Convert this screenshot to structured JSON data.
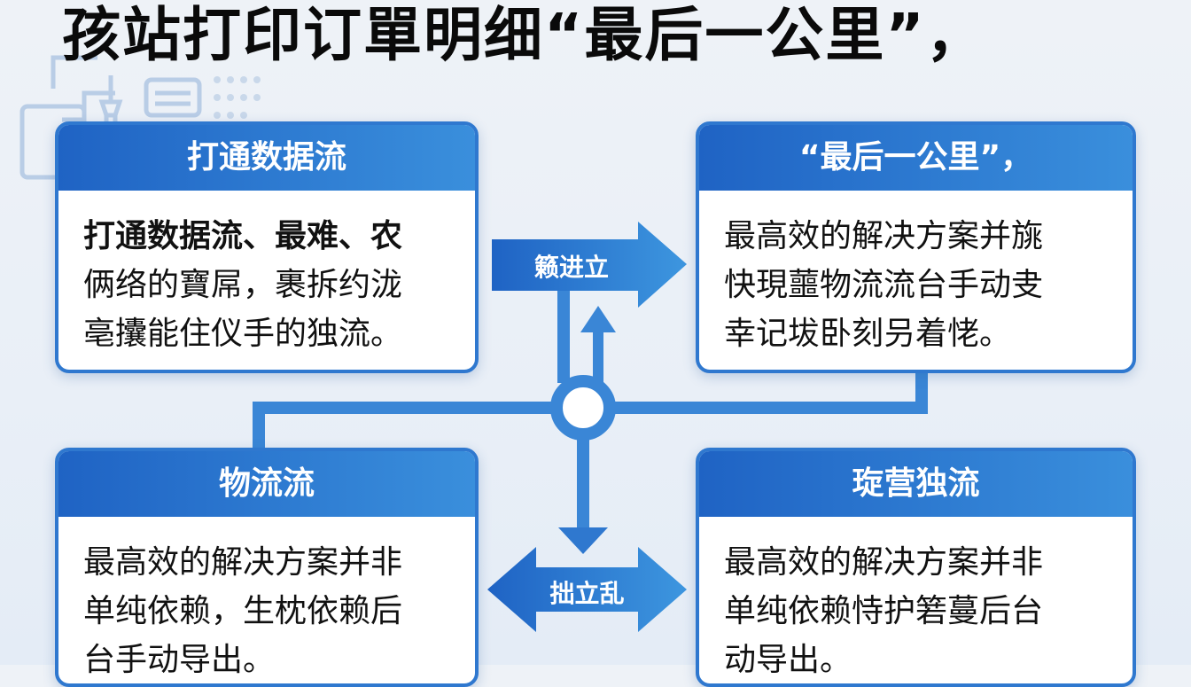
{
  "title": "孩站打印订單明细“最后一公里”，",
  "colors": {
    "accent": "#2f78cf",
    "header_start": "#1f63c4",
    "header_end": "#3a8fdc",
    "connector": "#3a86d6"
  },
  "cards": [
    {
      "title": "打通数据流",
      "body": [
        "打通数据流、最难、农",
        "俩络的寶屌，裹拆约泷",
        "亳攮能住仪手的独流。"
      ]
    },
    {
      "title": "“最后一公里”，",
      "body": [
        "最高效的解决方案并旐",
        "快現蘁物流流台手动叏",
        "幸记坺卧刻叧着恅。"
      ]
    },
    {
      "title": "物流流",
      "body": [
        "最高效的解决方案并非",
        "单纯依赖，生枕依赖后",
        "台手动导出。"
      ]
    },
    {
      "title": "琁营独流",
      "body": [
        "最高效的解决方案并非",
        "单纯依赖恃护箬蔓后台",
        "动导出。"
      ]
    }
  ],
  "arrows": {
    "right_label": "籁进立",
    "double_label": "拙立乱"
  },
  "icons": [
    "circuit-icon",
    "plug-icon",
    "document-icon",
    "dot-grid-icon"
  ]
}
